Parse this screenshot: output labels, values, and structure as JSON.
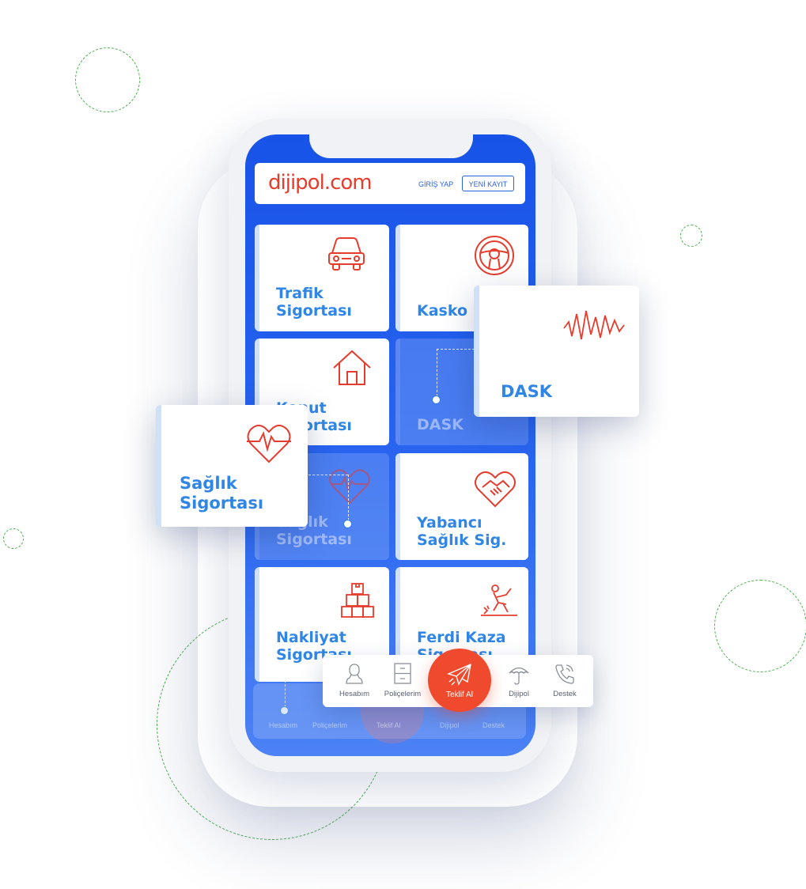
{
  "brand": {
    "logo_text": "dijipol.com",
    "accent_red": "#e53c2d",
    "primary_blue": "#2a5fe0",
    "label_blue": "#2f86e6"
  },
  "header": {
    "login_label": "GİRİŞ YAP",
    "register_label": "YENİ KAYIT"
  },
  "tiles": [
    {
      "line1": "Trafik",
      "line2": "Sigortası",
      "icon": "car-icon"
    },
    {
      "line1": "Kasko",
      "line2": "",
      "icon": "steering-wheel-icon"
    },
    {
      "line1": "Konut",
      "line2": "Sigortası",
      "icon": "house-icon"
    },
    {
      "line1": "DASK",
      "line2": "",
      "icon": "seismograph-icon"
    },
    {
      "line1": "Sağlık",
      "line2": "Sigortası",
      "icon": "heart-pulse-icon"
    },
    {
      "line1": "Yabancı",
      "line2": "Sağlık Sig.",
      "icon": "handshake-heart-icon"
    },
    {
      "line1": "Nakliyat",
      "line2": "Sigortası",
      "icon": "boxes-icon"
    },
    {
      "line1": "Ferdi Kaza",
      "line2": "Sigortası",
      "icon": "fall-accident-icon"
    }
  ],
  "float_cards": {
    "dask": {
      "label": "DASK"
    },
    "saglik": {
      "line1": "Sağlık",
      "line2": "Sigortası"
    }
  },
  "nav": {
    "items": [
      {
        "label": "Hesabım",
        "icon": "user-icon"
      },
      {
        "label": "Poliçelerim",
        "icon": "cabinet-icon"
      },
      {
        "label": "Teklif Al",
        "icon": "paper-plane-icon"
      },
      {
        "label": "Dijipol",
        "icon": "umbrella-icon"
      },
      {
        "label": "Destek",
        "icon": "phone-icon"
      }
    ]
  }
}
